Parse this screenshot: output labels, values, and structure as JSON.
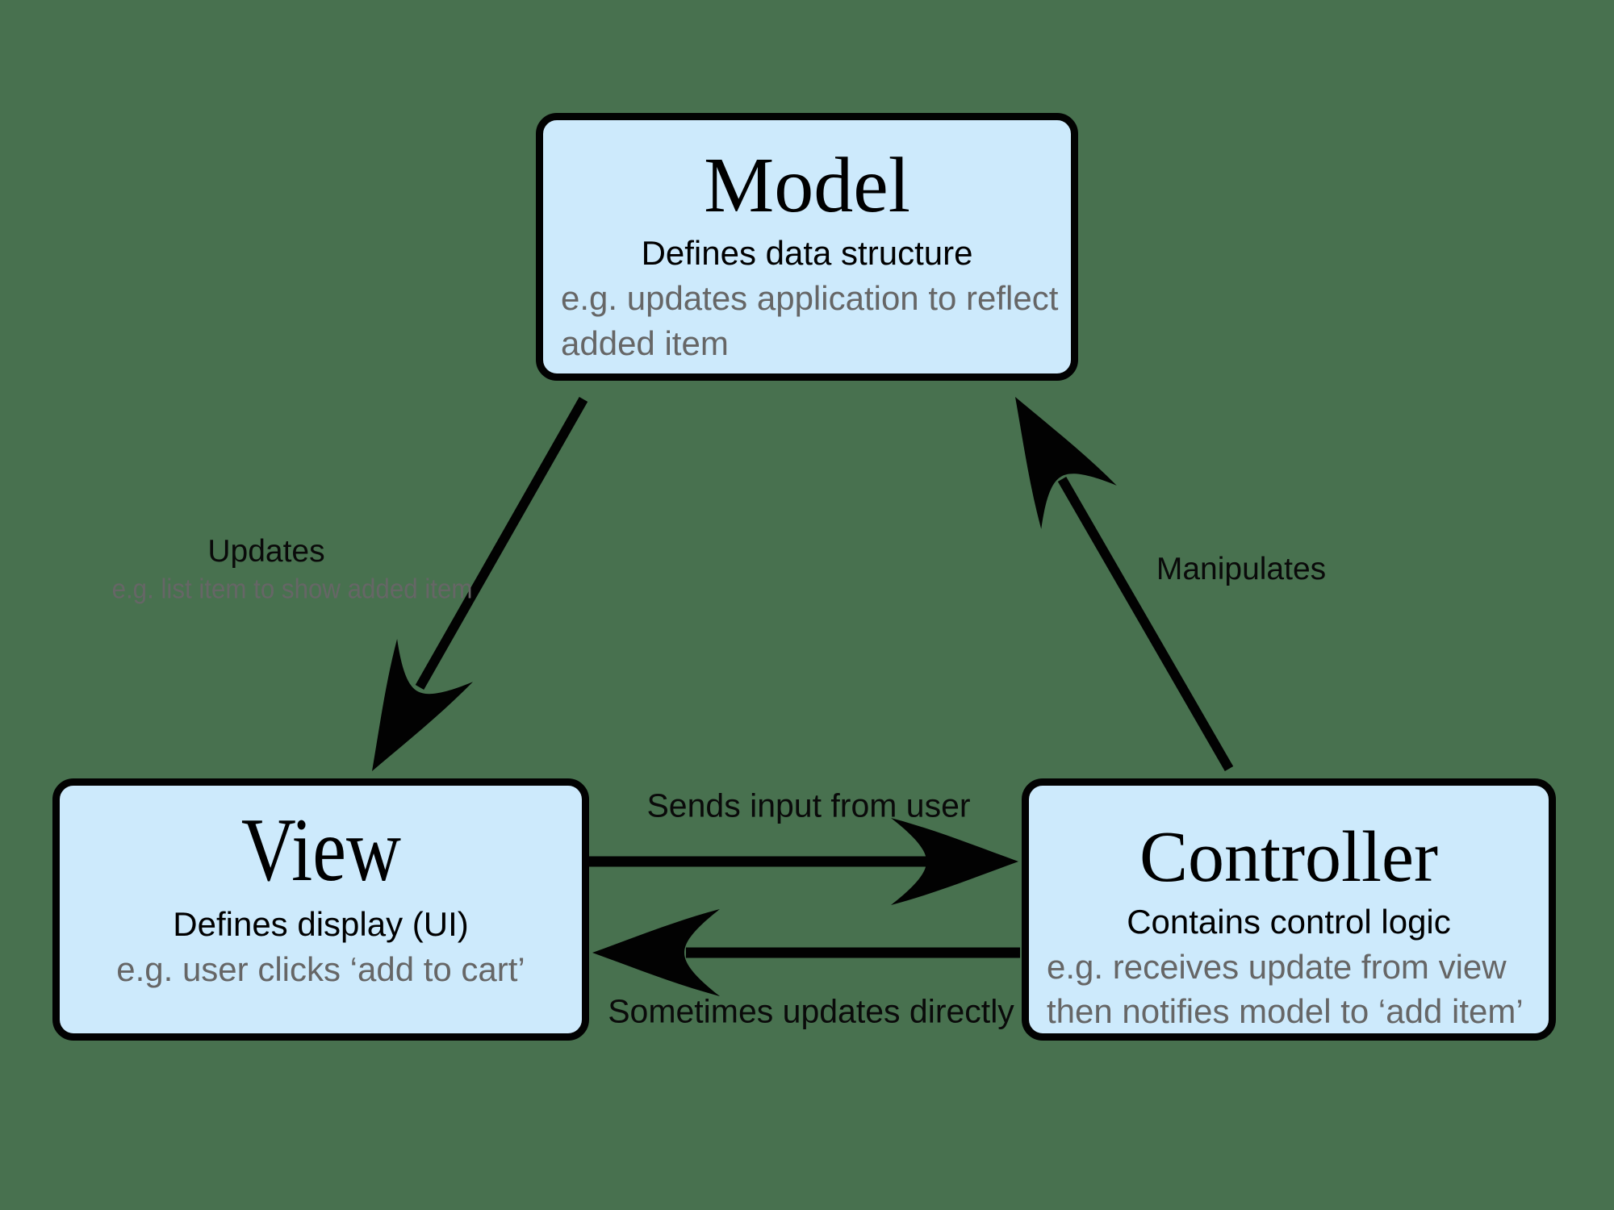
{
  "colors": {
    "background": "#48714f",
    "box_fill": "#cdeafc",
    "box_border": "#020202",
    "text_black": "#0a0a0a",
    "text_gray": "#666666"
  },
  "boxes": {
    "model": {
      "title": "Model",
      "subtitle": "Defines data structure",
      "example_lines": [
        "e.g. updates application to reflect",
        "added item"
      ]
    },
    "view": {
      "title": "View",
      "subtitle": "Defines display (UI)",
      "example_lines": [
        "e.g. user clicks ‘add to cart’"
      ]
    },
    "controller": {
      "title": "Controller",
      "subtitle": "Contains control logic",
      "example_lines": [
        "e.g. receives update from view",
        "then notifies model to ‘add item’"
      ]
    }
  },
  "arrows": {
    "model_to_view": {
      "label": "Updates",
      "sublabel": "e.g. list item to show added item"
    },
    "controller_to_model": {
      "label": "Manipulates"
    },
    "view_to_controller": {
      "label": "Sends input from user"
    },
    "controller_to_view": {
      "label": "Sometimes updates directly"
    }
  }
}
